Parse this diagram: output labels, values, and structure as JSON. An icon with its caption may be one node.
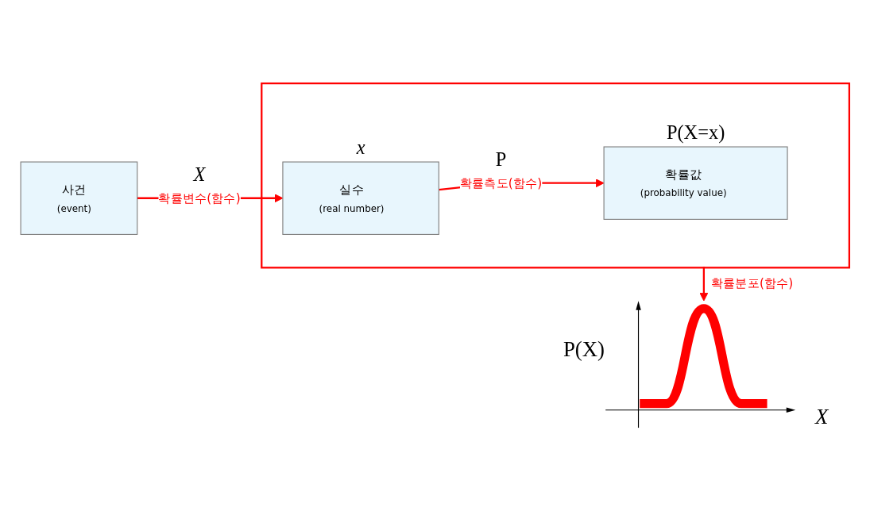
{
  "diagram": {
    "nodes": [
      {
        "text": [
          "사건",
          "(event)"
        ]
      },
      {
        "text": [],
        "shape": "box"
      },
      {
        "text": [
          "실수",
          "(real number)"
        ],
        "in": 1,
        "beside": [
          "x"
        ]
      },
      {
        "text": [
          "확률값",
          "(probability value)"
        ],
        "in": 1,
        "beside": [
          "P(X=x)"
        ]
      },
      {
        "text": [],
        "shape": "picture",
        "beside": [
          "P(X)",
          "X"
        ]
      }
    ],
    "edges": [
      {
        "from": 0,
        "to": 2,
        "arrow": "to",
        "label": "확률변수(함수)"
      },
      {
        "from": 2,
        "to": 3,
        "arrow": "to",
        "label": "확률측도(함수)"
      },
      {
        "from": 1,
        "to": 4,
        "arrow": "to",
        "label": "확률분포(함수)"
      }
    ],
    "labels": [
      "X",
      "P"
    ]
  }
}
